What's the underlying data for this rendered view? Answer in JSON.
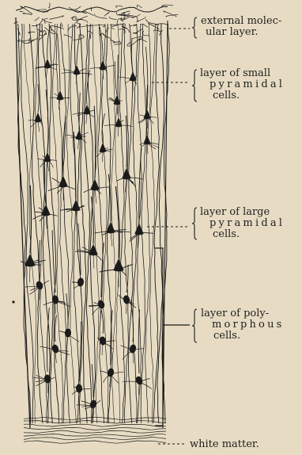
{
  "figure": {
    "colors": {
      "paper": "#e7dcc3",
      "ink": "#1b1b1b"
    },
    "labels": {
      "external_molecular": {
        "line1": "external molec-",
        "line2": "ular layer."
      },
      "small_pyramidal": {
        "line1": "layer of small",
        "line2": "pyramidal",
        "line3": "cells."
      },
      "large_pyramidal": {
        "line1": "layer of large",
        "line2": "pyramidal",
        "line3": "cells."
      },
      "polymorphous": {
        "line1": "layer of poly-",
        "line2": "morphous",
        "line3": "cells."
      },
      "white_matter": {
        "line1": "white matter."
      }
    }
  }
}
